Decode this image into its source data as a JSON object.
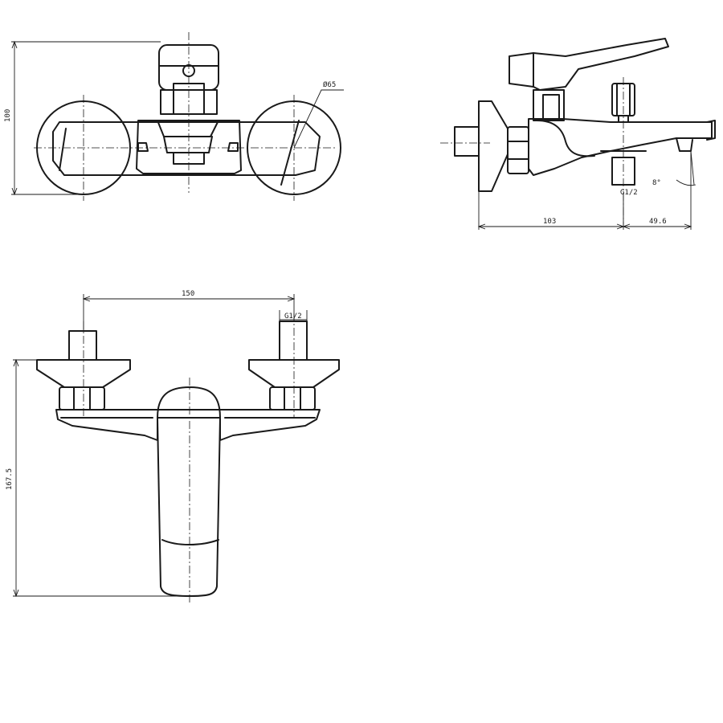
{
  "views": {
    "top": {
      "height_dim": "100",
      "diameter_dim": "Ø65"
    },
    "side": {
      "depth_dim": "103",
      "spout_dim": "49.6",
      "thread_dim": "G1/2",
      "angle_dim": "8°"
    },
    "front": {
      "width_dim": "150",
      "thread_dim": "G1/2",
      "height_dim": "167.5"
    }
  },
  "colors": {
    "line": "#1a1a1a",
    "background": "#ffffff"
  }
}
